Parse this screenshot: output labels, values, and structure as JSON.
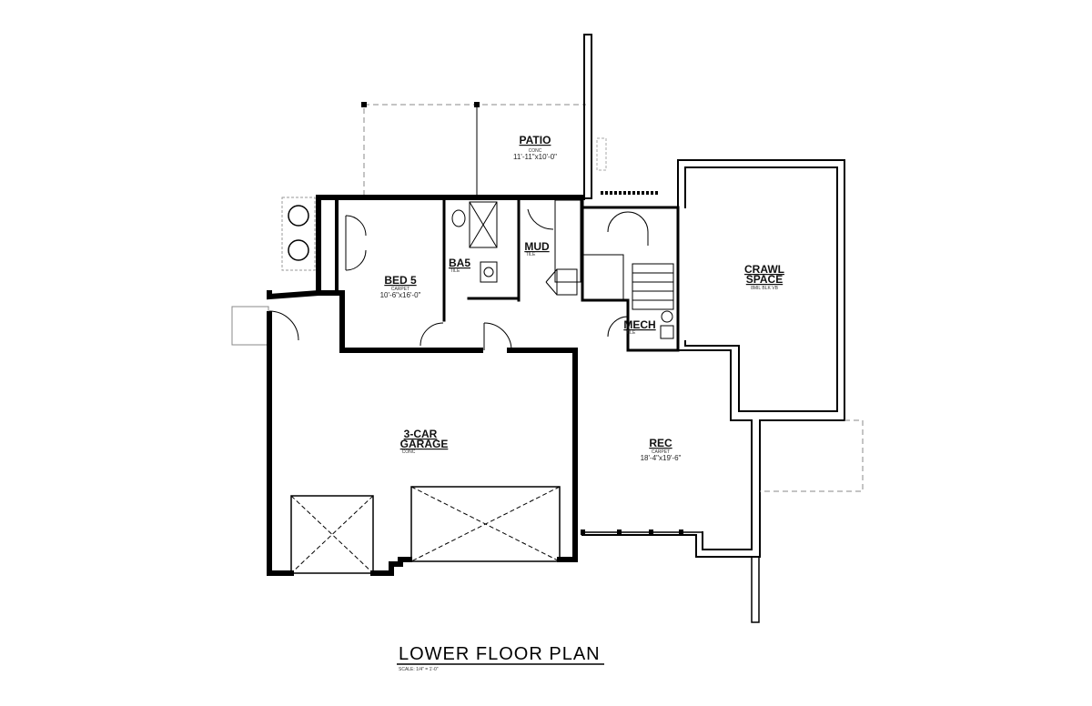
{
  "plan": {
    "title": "LOWER FLOOR PLAN",
    "scale": "SCALE: 1/4\" = 1'-0\""
  },
  "rooms": {
    "patio": {
      "name": "PATIO",
      "material": "CONC",
      "dims": "11'-11\"x10'-0\""
    },
    "bed5": {
      "name": "BED 5",
      "material": "CARPET",
      "dims": "10'-6\"x16'-0\""
    },
    "ba5": {
      "name": "BA5",
      "material": "TILE"
    },
    "mud": {
      "name": "MUD",
      "material": "TILE"
    },
    "mech": {
      "name": "MECH",
      "material": "TILE"
    },
    "crawl": {
      "name_line1": "CRAWL",
      "name_line2": "SPACE",
      "material": "8MIL BLK VB"
    },
    "garage": {
      "name_line1": "3-CAR",
      "name_line2": "GARAGE",
      "material": "CONC"
    },
    "rec": {
      "name": "REC",
      "material": "CARPET",
      "dims": "18'-4\"x19'-6\""
    }
  }
}
